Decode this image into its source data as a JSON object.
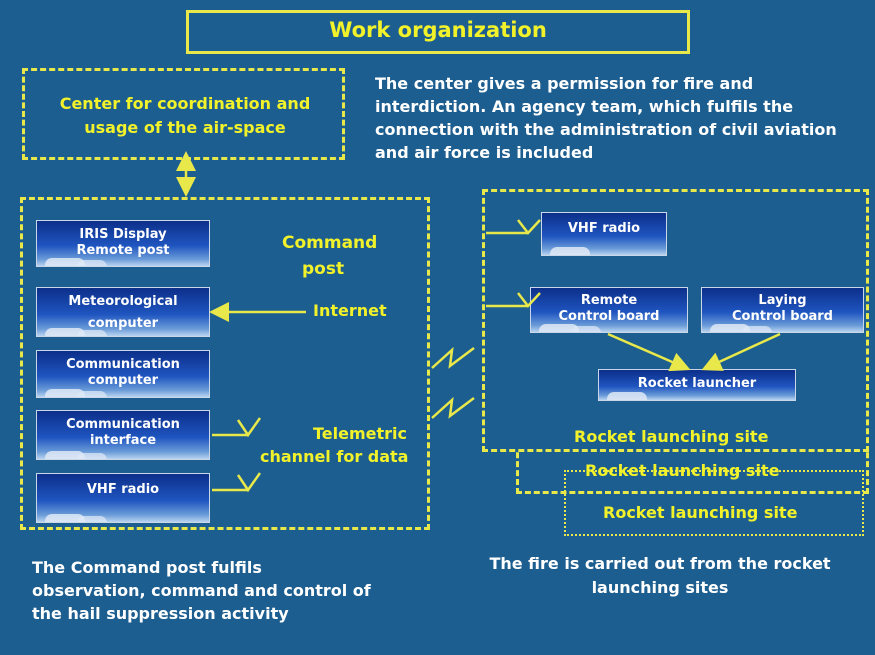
{
  "title": "Work organization",
  "airspace_box": {
    "label": "Center for coordination and usage of the air-space",
    "note": "The center gives a permission for fire and interdiction. An agency team, which fulfils the connection with the administration of civil aviation and air force is included"
  },
  "command_post": {
    "title_line1": "Command",
    "title_line2": "post",
    "internet_label": "Internet",
    "telemetric_line1": "Telemetric",
    "telemetric_line2": "channel for data",
    "devices": [
      {
        "line1": "IRIS Display",
        "line2": "Remote post"
      },
      {
        "line1": "Meteorological",
        "line2": "computer"
      },
      {
        "line1": "Communication",
        "line2": "computer"
      },
      {
        "line1": "Communication",
        "line2": "interface"
      },
      {
        "line1": "VHF radio",
        "line2": ""
      }
    ],
    "description": "The Command post fulfils observation, command and control of the hail suppression activity"
  },
  "launch_site": {
    "vhf": "VHF radio",
    "remote_line1": "Remote",
    "remote_line2": "Control board",
    "laying_line1": "Laying",
    "laying_line2": "Control board",
    "launcher": "Rocket launcher",
    "site_labels": [
      "Rocket launching site",
      "Rocket launching site",
      "Rocket launching site"
    ],
    "description": "The fire is carried out from the rocket launching sites"
  },
  "colors": {
    "background": "#1d5e90",
    "accent": "#f2f22a"
  }
}
